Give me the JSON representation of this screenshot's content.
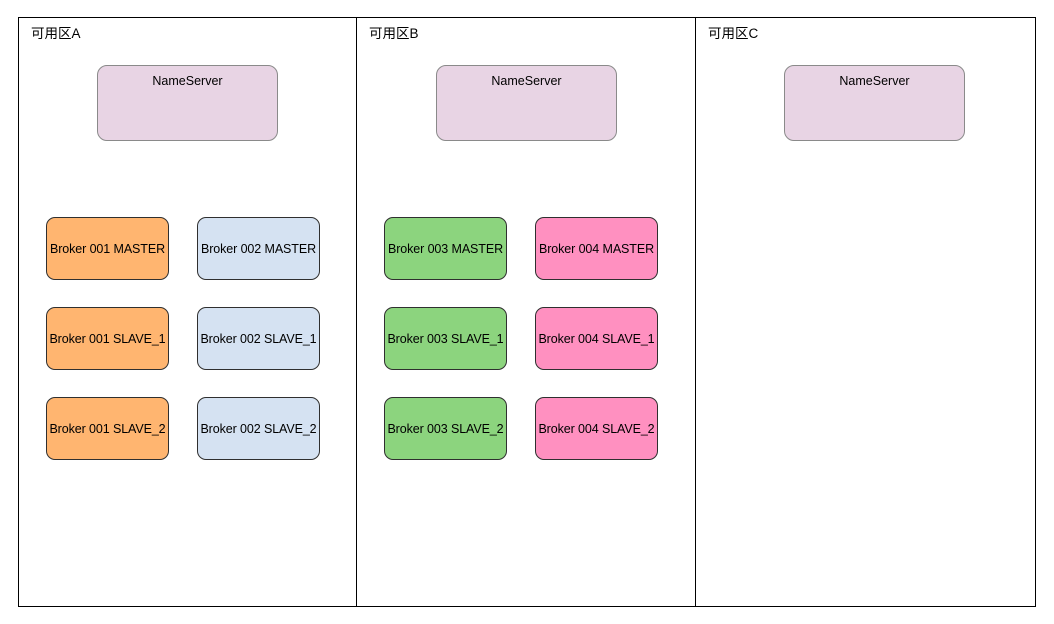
{
  "diagram": {
    "title_visible": false,
    "background": "#ffffff",
    "zones": [
      {
        "id": "zone-a",
        "label": "可用区A",
        "nameserver": {
          "label": "NameServer",
          "fill": "#e8d4e4"
        },
        "brokers": [
          {
            "label": "Broker 001 MASTER",
            "fill": "#ffb570",
            "row": 1,
            "col": 1
          },
          {
            "label": "Broker 002 MASTER",
            "fill": "#d5e2f2",
            "row": 1,
            "col": 2
          },
          {
            "label": "Broker 001 SLAVE_1",
            "fill": "#ffb570",
            "row": 2,
            "col": 1
          },
          {
            "label": "Broker 002 SLAVE_1",
            "fill": "#d5e2f2",
            "row": 2,
            "col": 2
          },
          {
            "label": "Broker 001 SLAVE_2",
            "fill": "#ffb570",
            "row": 3,
            "col": 1
          },
          {
            "label": "Broker 002 SLAVE_2",
            "fill": "#d5e2f2",
            "row": 3,
            "col": 2
          }
        ]
      },
      {
        "id": "zone-b",
        "label": "可用区B",
        "nameserver": {
          "label": "NameServer",
          "fill": "#e8d4e4"
        },
        "brokers": [
          {
            "label": "Broker 003 MASTER",
            "fill": "#8cd47e",
            "row": 1,
            "col": 1
          },
          {
            "label": "Broker 004 MASTER",
            "fill": "#ff90c0",
            "row": 1,
            "col": 2
          },
          {
            "label": "Broker 003 SLAVE_1",
            "fill": "#8cd47e",
            "row": 2,
            "col": 1
          },
          {
            "label": "Broker 004 SLAVE_1",
            "fill": "#ff90c0",
            "row": 2,
            "col": 2
          },
          {
            "label": "Broker 003 SLAVE_2",
            "fill": "#8cd47e",
            "row": 3,
            "col": 1
          },
          {
            "label": "Broker 004 SLAVE_2",
            "fill": "#ff90c0",
            "row": 3,
            "col": 2
          }
        ]
      },
      {
        "id": "zone-c",
        "label": "可用区C",
        "nameserver": {
          "label": "NameServer",
          "fill": "#e8d4e4"
        },
        "brokers": []
      }
    ],
    "colors": {
      "panel_border": "#000000",
      "node_border": "#2f2f2f",
      "nameserver_border": "#8a8a8a",
      "broker_orange": "#ffb570",
      "broker_blue": "#d5e2f2",
      "broker_green": "#8cd47e",
      "broker_pink": "#ff90c0",
      "nameserver_fill": "#e8d4e4"
    }
  }
}
